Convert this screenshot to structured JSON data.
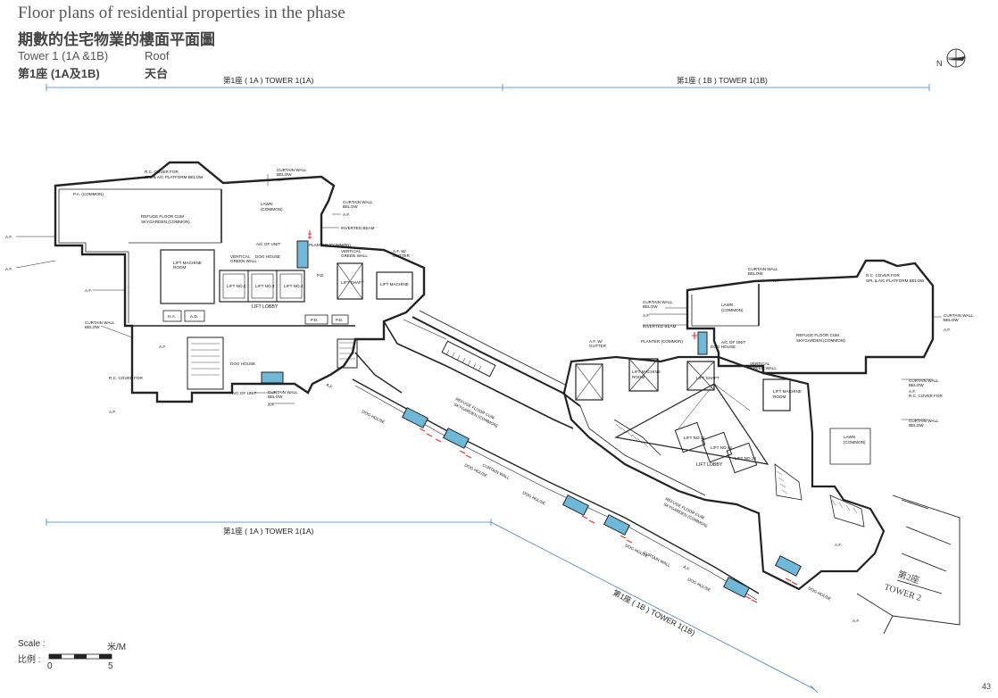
{
  "header": {
    "title_en": "Floor plans of residential properties in the phase",
    "title_zh": "期數的住宅物業的樓面平面圖",
    "tower_en": "Tower 1 (1A &1B)",
    "tower_zh": "第1座 (1A及1B)",
    "floor_en": "Roof",
    "floor_zh": "天台"
  },
  "dimensions": {
    "tower_1a": "第1座 ( 1A ) TOWER 1(1A)",
    "tower_1b": "第1座 ( 1B ) TOWER 1(1B)"
  },
  "north_label": "N",
  "tower2": {
    "zh": "第2座",
    "en": "TOWER 2"
  },
  "rooms": {
    "pa_common": "P.A. (COMMON)",
    "refuge_1": "REFUGE FLOOR CUM",
    "refuge_1b": "SKYGARDEN (COMMON)",
    "lawn": "LAWN",
    "lawn_b": "(COMMON)",
    "lift_machine": "LIFT MACHINE",
    "lift_machine_b": "ROOM",
    "lift2": "LIFT NO.2",
    "lift3": "LIFT NO.3",
    "lift4": "LIFT NO.4",
    "lift_lobby": "LIFT LOBBY",
    "lift_shaft": "LIFT SHAFT",
    "pd": "P.D.",
    "ha": "H.A.",
    "ad": "A.D.",
    "dog_house": "DOG HOUSE",
    "planter": "PLANTER (COMMON)",
    "refuge_2": "REFUGE FLOOR CUM",
    "refuge_2b": "SKYGARDEN (COMMON)",
    "refuge_3": "REFUGE FLOOR CUM",
    "refuge_3b": "SKYGARDEN (COMMON)",
    "refuge_4": "REFUGE FLOOR CUM",
    "refuge_4b": "SKYGARDEN (COMMON)",
    "lift11": "LIFT NO.11",
    "lift12": "LIFT NO.12",
    "lift13": "LIFT NO.13"
  },
  "notes": {
    "af": "A.F.",
    "curtain_wall": "CURTAIN WALL",
    "below": "BELOW",
    "inverted_beam": "INVERTED BEAM",
    "vertical_green": "VERTICAL",
    "green_wall": "GREEN WALL",
    "rc_cover": "R.C. COVER FOR",
    "rc_cover_b": "SPL & A/C PLATFORM BELOW",
    "ac_unit": "A/C OF UNIT",
    "gutter": "A.F. W/",
    "gutter_b": "GUTTER"
  },
  "scale": {
    "label_en": "Scale :",
    "label_zh": "比例 :",
    "unit": "米/M",
    "min": "0",
    "max": "5"
  },
  "page_number": "43",
  "colors": {
    "accent": "#4a7fb8",
    "wall": "#222222",
    "highlight": "#e23030",
    "water": "#6fb8d8"
  }
}
